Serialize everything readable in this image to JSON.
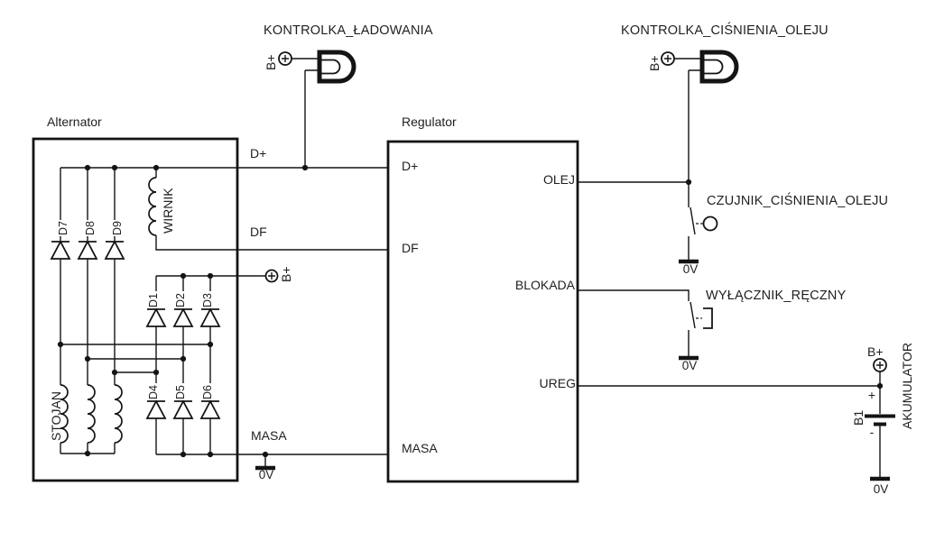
{
  "diagram": {
    "background": "#ffffff",
    "line_color": "#141414",
    "text_color": "#1f1f1f"
  },
  "lamps": {
    "charging": {
      "title": "KONTROLKA_ŁADOWANIA",
      "terminal": "B+"
    },
    "oil": {
      "title": "KONTROLKA_CIŚNIENIA_OLEJU",
      "terminal": "B+"
    }
  },
  "alternator": {
    "title": "Alternator",
    "rotor": "WIRNIK",
    "stator": "STOJAN",
    "diode_labels": {
      "d1": "D1",
      "d2": "D2",
      "d3": "D3",
      "d4": "D4",
      "d5": "D5",
      "d6": "D6",
      "d7": "D7",
      "d8": "D8",
      "d9": "D9"
    },
    "pins": {
      "dplus": "D+",
      "df": "DF",
      "bplus": "B+",
      "masa": "MASA"
    },
    "ground": "0V"
  },
  "regulator": {
    "title": "Regulator",
    "pins": {
      "dplus": "D+",
      "df": "DF",
      "masa": "MASA",
      "olej": "OLEJ",
      "blokada": "BLOKADA",
      "ureg": "UREG"
    }
  },
  "sensor": {
    "title": "CZUJNIK_CIŚNIENIA_OLEJU",
    "ground": "0V"
  },
  "switch": {
    "title": "WYŁĄCZNIK_RĘCZNY",
    "ground": "0V"
  },
  "battery": {
    "name": "AKUMULATOR",
    "designator": "B1",
    "terminal": "B+",
    "plus": "+",
    "minus": "-",
    "ground": "0V"
  }
}
